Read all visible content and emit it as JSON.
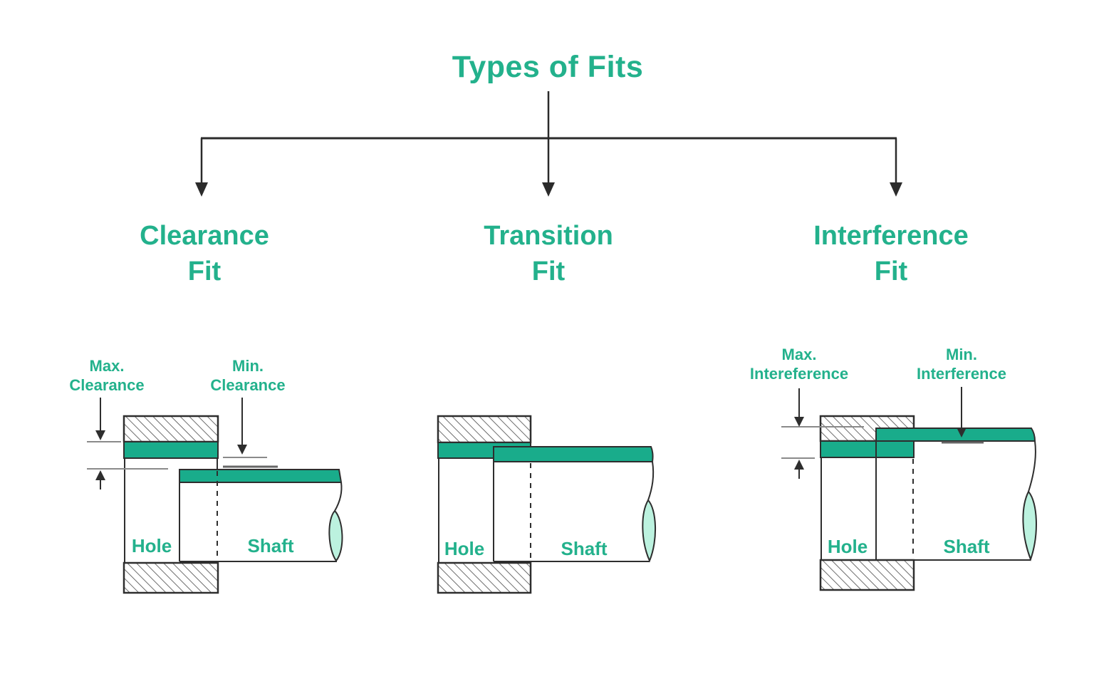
{
  "title": "Types of Fits",
  "colors": {
    "accent_green": "#23b18c",
    "band_green": "#19ac8b",
    "lens_green": "#bcf2df",
    "outline": "#2e2e2e",
    "measure_gray": "#8a8a8a",
    "measure_dark_gray": "#666666"
  },
  "branches": [
    {
      "id": "clearance",
      "label_line1": "Clearance",
      "label_line2": "Fit"
    },
    {
      "id": "transition",
      "label_line1": "Transition",
      "label_line2": "Fit"
    },
    {
      "id": "interference",
      "label_line1": "Interference",
      "label_line2": "Fit"
    }
  ],
  "diagrams": {
    "clearance": {
      "max_line1": "Max.",
      "max_line2": "Clearance",
      "min_line1": "Min.",
      "min_line2": "Clearance",
      "hole_label": "Hole",
      "shaft_label": "Shaft"
    },
    "transition": {
      "hole_label": "Hole",
      "shaft_label": "Shaft"
    },
    "interference": {
      "max_line1": "Max.",
      "max_line2": "Intereference",
      "min_line1": "Min.",
      "min_line2": "Interference",
      "hole_label": "Hole",
      "shaft_label": "Shaft"
    }
  }
}
